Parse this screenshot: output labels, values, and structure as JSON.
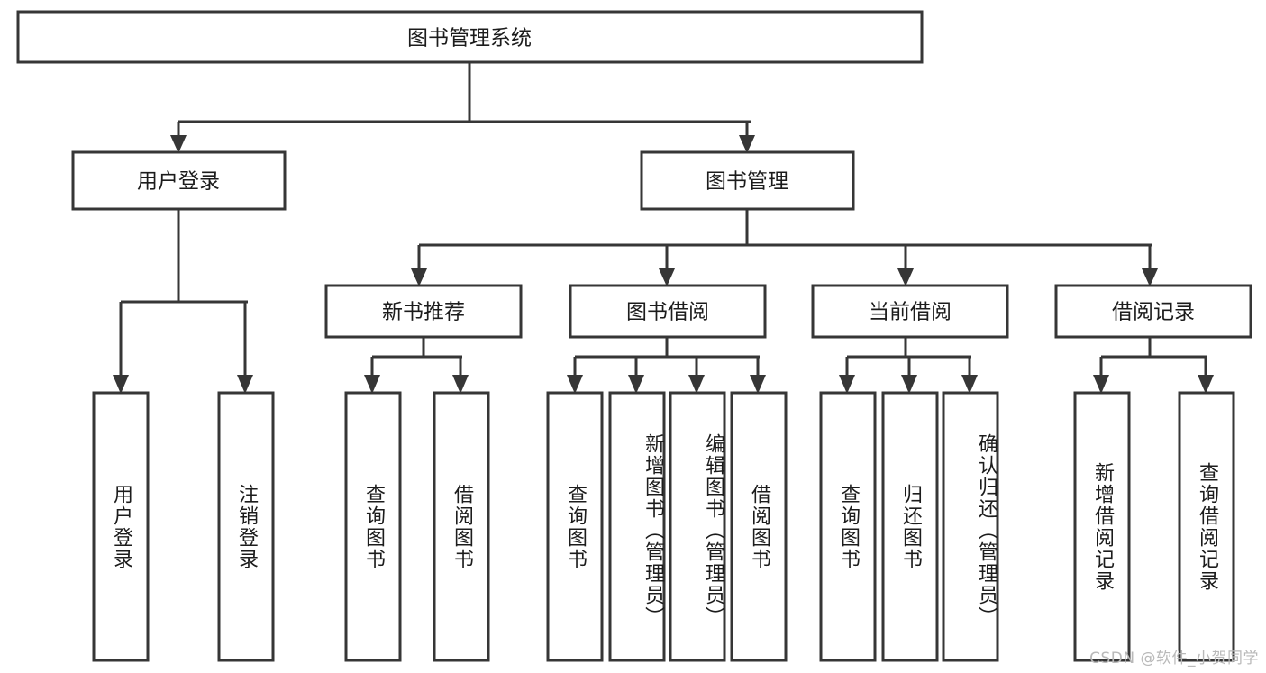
{
  "diagram": {
    "type": "tree-hierarchy-chart",
    "title": "图书管理系统",
    "watermark": "CSDN @软件_小贺同学",
    "style": {
      "background": "#ffffff",
      "box_fill": "#ffffff",
      "box_stroke": "#363636",
      "text_color": "#1c1c1c",
      "watermark_color": "#b9b9b9"
    },
    "levels": {
      "level1": [
        {
          "id": "root",
          "label": "图书管理系统",
          "orientation": "horizontal"
        }
      ],
      "level2": [
        {
          "id": "user-login",
          "label": "用户登录",
          "orientation": "horizontal",
          "parent": "root"
        },
        {
          "id": "book-manage",
          "label": "图书管理",
          "orientation": "horizontal",
          "parent": "root"
        }
      ],
      "level3": [
        {
          "id": "new-book-recommend",
          "label": "新书推荐",
          "orientation": "horizontal",
          "parent": "book-manage"
        },
        {
          "id": "book-borrow",
          "label": "图书借阅",
          "orientation": "horizontal",
          "parent": "book-manage"
        },
        {
          "id": "current-borrow",
          "label": "当前借阅",
          "orientation": "horizontal",
          "parent": "book-manage"
        },
        {
          "id": "borrow-record",
          "label": "借阅记录",
          "orientation": "horizontal",
          "parent": "book-manage"
        }
      ],
      "leaves": [
        {
          "id": "leaf-user-login",
          "label": "用户登录",
          "orientation": "vertical",
          "parent": "user-login"
        },
        {
          "id": "leaf-user-logout",
          "label": "注销登录",
          "orientation": "vertical",
          "parent": "user-login"
        },
        {
          "id": "leaf-query-book-1",
          "label": "查询图书",
          "orientation": "vertical",
          "parent": "new-book-recommend"
        },
        {
          "id": "leaf-borrow-book-1",
          "label": "借阅图书",
          "orientation": "vertical",
          "parent": "new-book-recommend"
        },
        {
          "id": "leaf-query-book-2",
          "label": "查询图书",
          "orientation": "vertical",
          "parent": "book-borrow"
        },
        {
          "id": "leaf-add-book",
          "label": "新增图书（管理员）",
          "orientation": "vertical",
          "parent": "book-borrow"
        },
        {
          "id": "leaf-edit-book",
          "label": "编辑图书（管理员）",
          "orientation": "vertical",
          "parent": "book-borrow"
        },
        {
          "id": "leaf-borrow-book-2",
          "label": "借阅图书",
          "orientation": "vertical",
          "parent": "book-borrow"
        },
        {
          "id": "leaf-query-book-3",
          "label": "查询图书",
          "orientation": "vertical",
          "parent": "current-borrow"
        },
        {
          "id": "leaf-return-book",
          "label": "归还图书",
          "orientation": "vertical",
          "parent": "current-borrow"
        },
        {
          "id": "leaf-confirm-return",
          "label": "确认归还（管理员）",
          "orientation": "vertical",
          "parent": "current-borrow"
        },
        {
          "id": "leaf-add-record",
          "label": "新增借阅记录",
          "orientation": "vertical",
          "parent": "borrow-record"
        },
        {
          "id": "leaf-query-record",
          "label": "查询借阅记录",
          "orientation": "vertical",
          "parent": "borrow-record"
        }
      ]
    }
  }
}
